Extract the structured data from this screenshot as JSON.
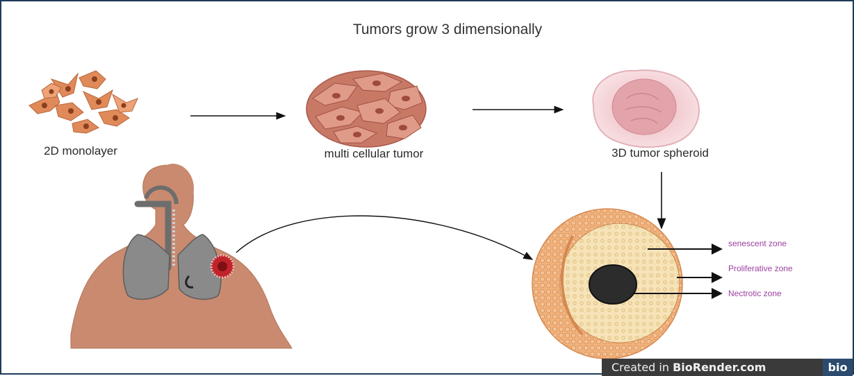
{
  "title": "Tumors grow 3 dimensionally",
  "stages": [
    {
      "label": "2D monolayer"
    },
    {
      "label": "multi cellular tumor"
    },
    {
      "label": "3D tumor spheroid"
    }
  ],
  "zones": [
    {
      "label": "senescent zone"
    },
    {
      "label": "Proliferative zone"
    },
    {
      "label": "Nectrotic zone"
    }
  ],
  "badge": {
    "prefix": "Created in ",
    "brand": "BioRender.com",
    "logo": "bio"
  },
  "colors": {
    "frame": "#1f3a5a",
    "zone_text": "#9b3fa0",
    "skin": "#c98a6f",
    "cell": "#d98a5c",
    "spheroid": "#f2c7cc"
  }
}
